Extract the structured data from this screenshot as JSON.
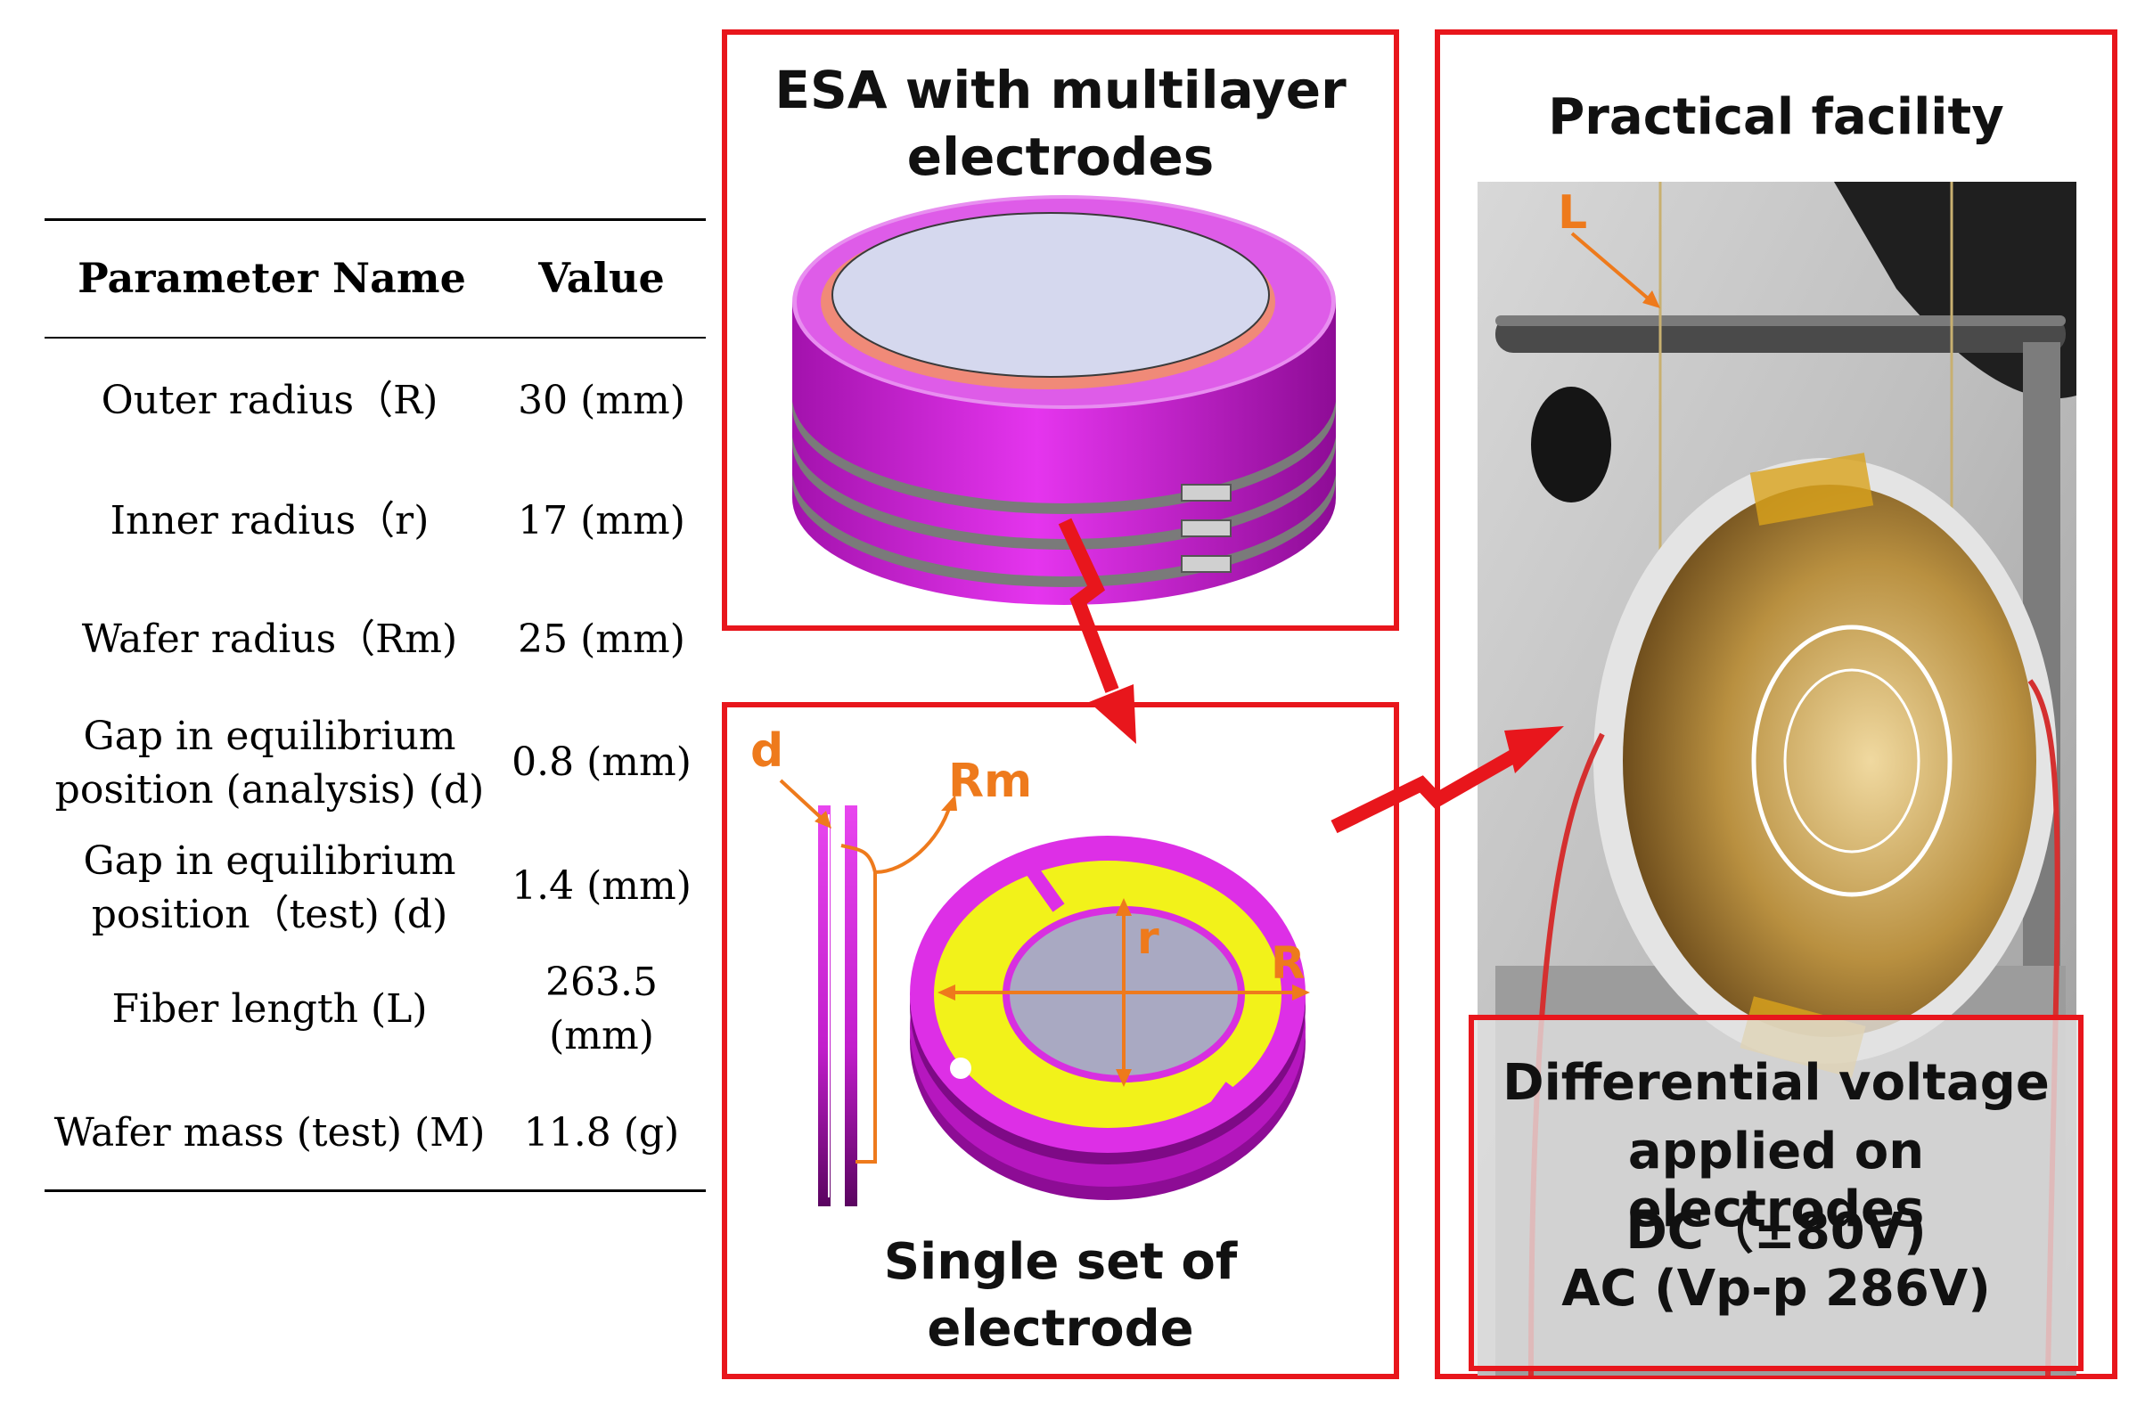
{
  "table": {
    "header": {
      "name": "Parameter Name",
      "value": "Value"
    },
    "rows": [
      {
        "name": "Outer radius（R)",
        "value": "30 (mm)"
      },
      {
        "name": "Inner radius（r)",
        "value": "17 (mm)"
      },
      {
        "name": "Wafer radius（Rm)",
        "value": "25 (mm)"
      },
      {
        "name_line1": "Gap in equilibrium",
        "name_line2": "position (analysis) (d)",
        "value": "0.8 (mm)"
      },
      {
        "name_line1": "Gap in equilibrium",
        "name_line2": "position（test) (d)",
        "value": "1.4 (mm)"
      },
      {
        "name": "Fiber length (L)",
        "value_line1": "263.5",
        "value_line2": "(mm)"
      },
      {
        "name": "Wafer mass (test) (M)",
        "value": "11.8 (g)"
      }
    ]
  },
  "panels": {
    "esa": {
      "title_line1": "ESA with multilayer",
      "title_line2": "electrodes"
    },
    "single": {
      "title_line1": "Single set of",
      "title_line2": "electrode",
      "labels": {
        "d": "d",
        "rm": "Rm",
        "r": "r",
        "R": "R"
      }
    },
    "facility": {
      "title": "Practical facility",
      "fiber_label": "L",
      "voltage_box": {
        "line1": "Differential voltage",
        "line2": "applied on electrodes",
        "line3": "DC（±80V)",
        "line4": "AC (Vp-p 286V)"
      }
    }
  },
  "colors": {
    "frame_red": "#e8161c",
    "annotation_orange": "#ee7a1c",
    "electrode_magenta": "#d81fe0",
    "electrode_yellow": "#f2f21a",
    "wafer_grey": "#a9a9c2"
  }
}
